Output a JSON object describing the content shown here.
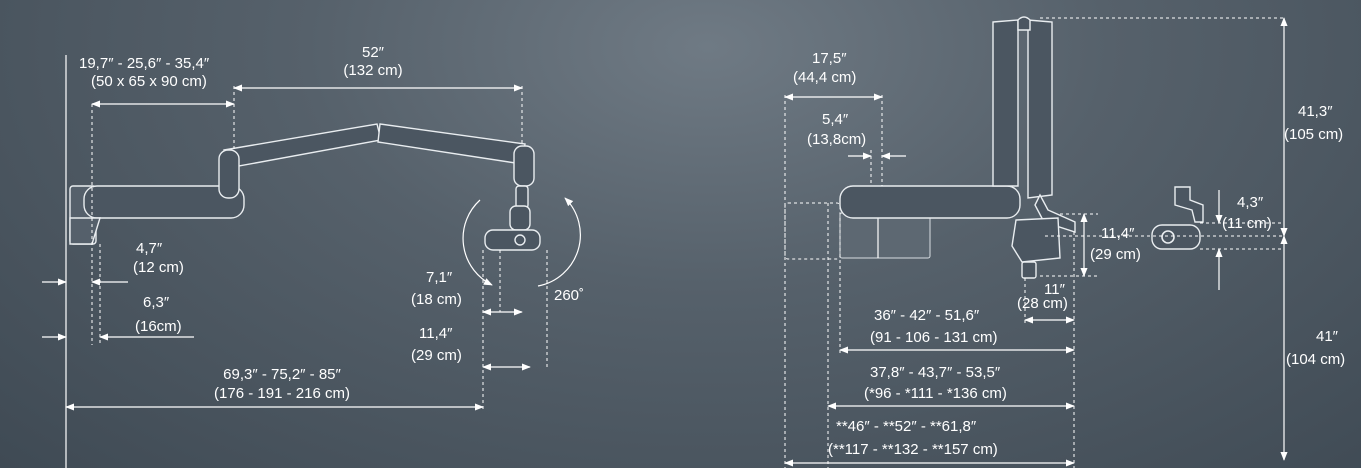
{
  "left_view": {
    "arm_reach": {
      "in": "52″",
      "cm": "(132 cm)"
    },
    "wall_offset": {
      "in": "19,7″ - 25,6″ - 35,4″",
      "cm": "(50 x 65 x 90 cm)"
    },
    "bracket_a": {
      "in": "4,7″",
      "cm": "(12 cm)"
    },
    "bracket_b": {
      "in": "6,3″",
      "cm": "(16cm)"
    },
    "head_a": {
      "in": "7,1″",
      "cm": "(18 cm)"
    },
    "head_b": {
      "in": "11,4″",
      "cm": "(29 cm)"
    },
    "total": {
      "in": "69,3″ - 75,2″ - 85″",
      "cm": "(176 - 191 - 216 cm)"
    },
    "rotation": "260˚"
  },
  "right_view": {
    "depth": {
      "in": "17,5″",
      "cm": "(44,4 cm)"
    },
    "inner_depth": {
      "in": "5,4″",
      "cm": "(13,8cm)"
    },
    "upper_height": {
      "in": "41,3″",
      "cm": "(105 cm)"
    },
    "lower_height": {
      "in": "41″",
      "cm": "(104 cm)"
    },
    "head_height": {
      "in": "11,4″",
      "cm": "(29 cm)"
    },
    "head_width": {
      "in": "11″",
      "cm": "(28 cm)"
    },
    "side_head": {
      "in": "4,3″",
      "cm": "(11 cm)"
    },
    "reach_1": {
      "in": "36″ - 42″ - 51,6″",
      "cm": "(91 - 106 - 131 cm)"
    },
    "reach_2": {
      "in": "37,8″ - 43,7″ - 53,5″",
      "cm": "(*96 - *111 - *136 cm)"
    },
    "reach_3": {
      "in": "**46″ - **52″ - **61,8″",
      "cm": "(**117 - **132 - **157 cm)"
    }
  }
}
